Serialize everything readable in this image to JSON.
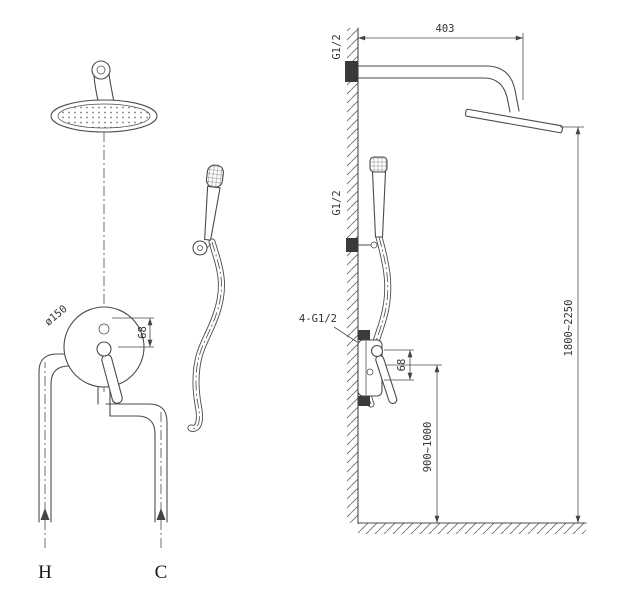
{
  "drawing": {
    "colors": {
      "line": "#4b4b4b",
      "text": "#333333",
      "background": "#ffffff"
    },
    "front_view": {
      "valve_diameter_label": "ø150",
      "valve_offset_dim": "68",
      "hot_supply_label": "H",
      "cold_supply_label": "C"
    },
    "side_view": {
      "arm_length_dim": "403",
      "arm_thread_label": "G1/2",
      "handshower_thread_label": "G1/2",
      "valve_thread_label": "4-G1/2",
      "valve_offset_dim": "68",
      "valve_height_dim": "900~1000",
      "head_height_dim": "1800~2250"
    }
  }
}
